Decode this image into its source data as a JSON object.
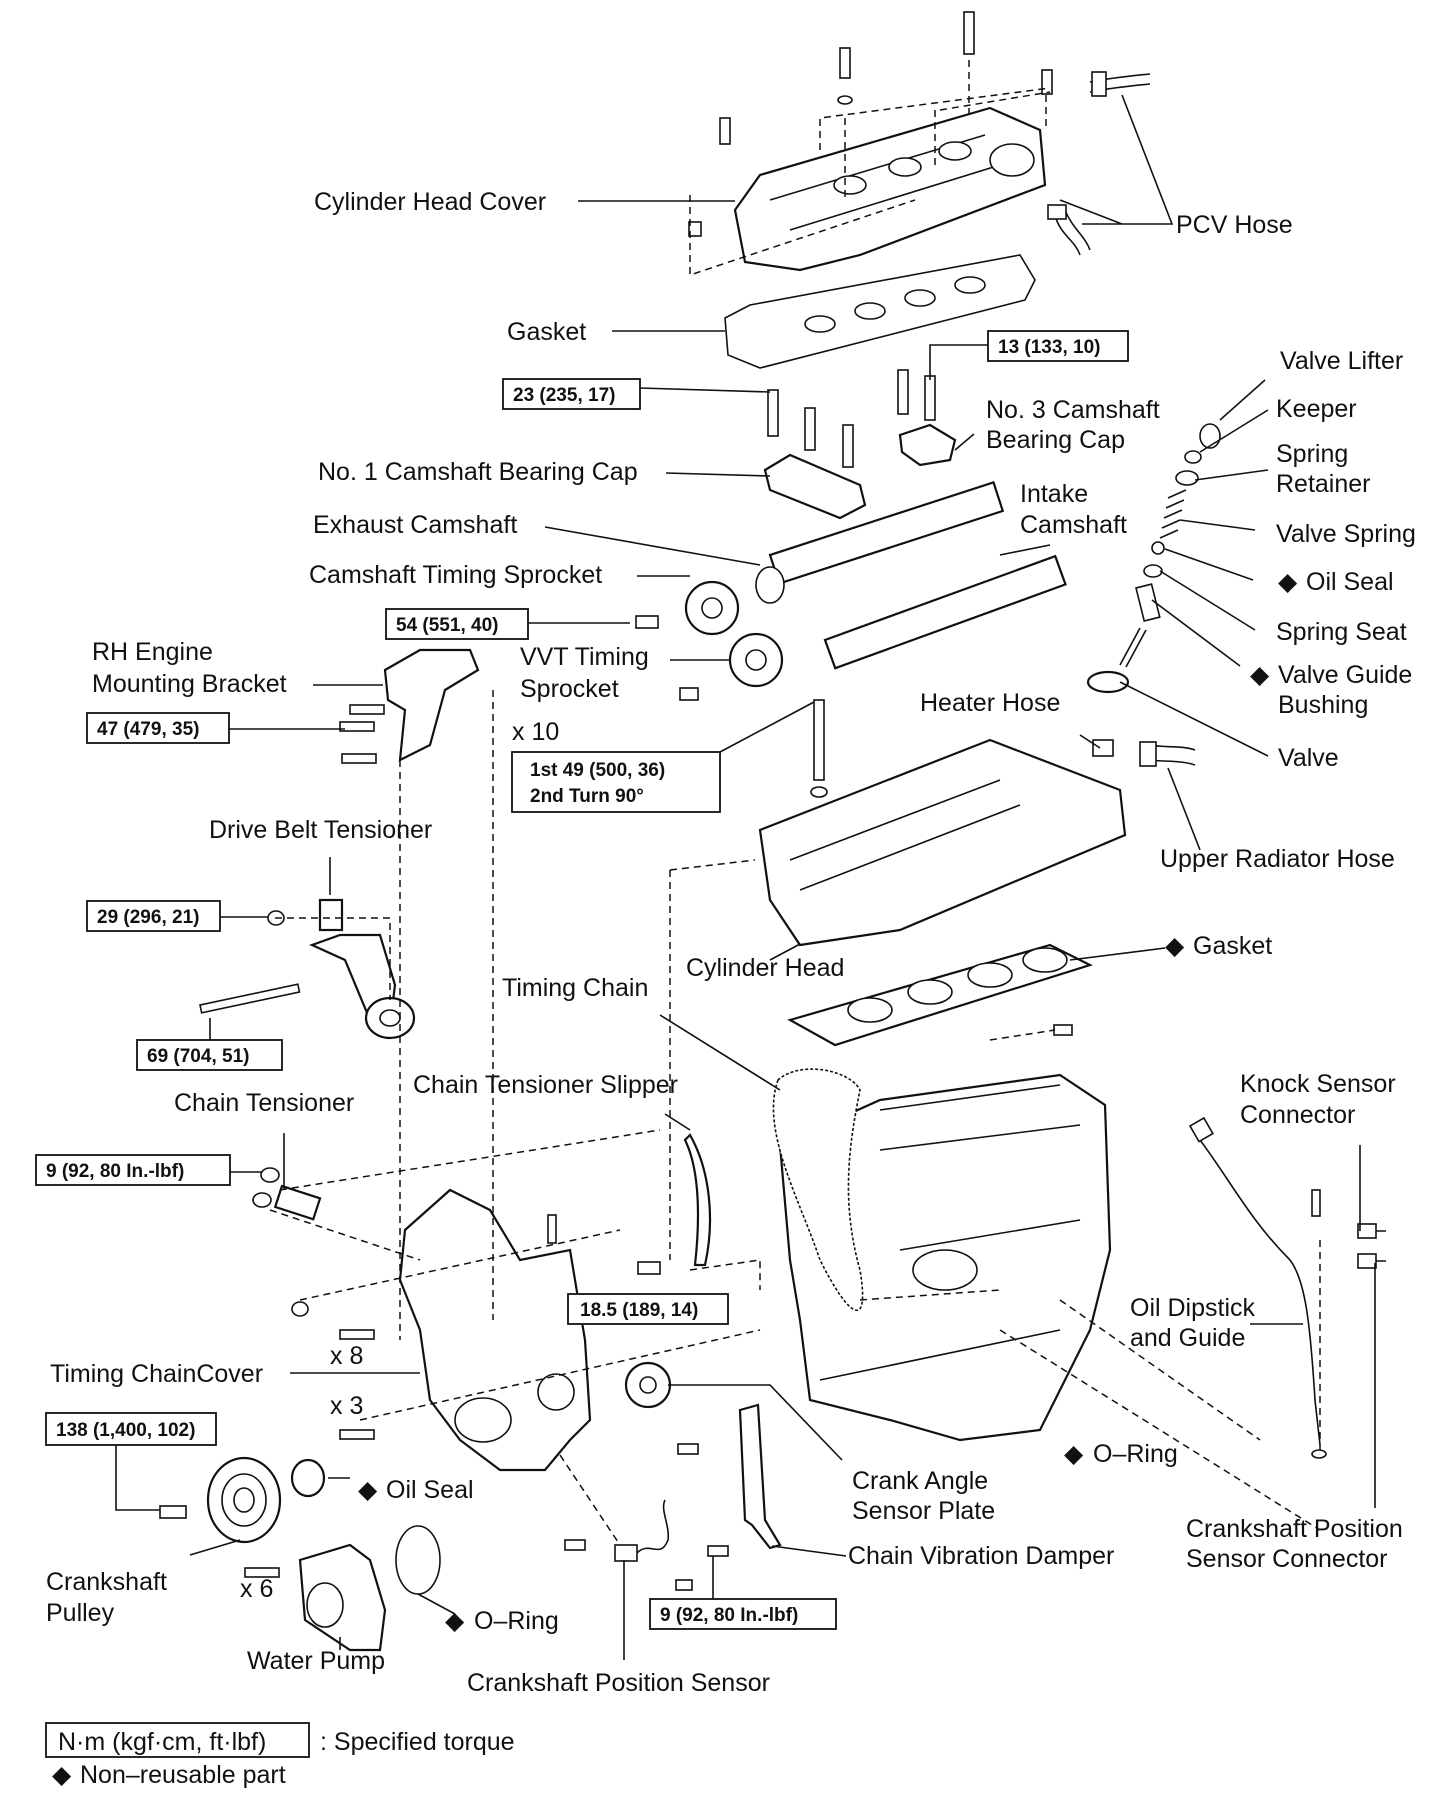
{
  "labels": {
    "cylinder_head_cover": "Cylinder Head Cover",
    "pcv_hose": "PCV Hose",
    "gasket_top": "Gasket",
    "valve_lifter": "Valve Lifter",
    "keeper": "Keeper",
    "spring_retainer_1": "Spring",
    "spring_retainer_2": "Retainer",
    "valve_spring": "Valve Spring",
    "oil_seal_valve": "Oil Seal",
    "spring_seat": "Spring Seat",
    "valve_guide_bushing_1": "Valve Guide",
    "valve_guide_bushing_2": "Bushing",
    "valve": "Valve",
    "no3_cap_1": "No. 3 Camshaft",
    "no3_cap_2": "Bearing Cap",
    "no1_cap": "No. 1 Camshaft Bearing Cap",
    "intake_camshaft_1": "Intake",
    "intake_camshaft_2": "Camshaft",
    "exhaust_camshaft": "Exhaust Camshaft",
    "cam_timing_sprocket": "Camshaft Timing Sprocket",
    "rh_bracket_1": "RH Engine",
    "rh_bracket_2": "Mounting Bracket",
    "vvt_1": "VVT Timing",
    "vvt_2": "Sprocket",
    "x10": "x 10",
    "heater_hose": "Heater Hose",
    "upper_radiator_hose": "Upper Radiator Hose",
    "drive_belt_tensioner": "Drive Belt Tensioner",
    "timing_chain": "Timing Chain",
    "cylinder_head": "Cylinder Head",
    "gasket_head": "Gasket",
    "chain_tensioner_slipper": "Chain Tensioner Slipper",
    "chain_tensioner": "Chain Tensioner",
    "knock_sensor_1": "Knock Sensor",
    "knock_sensor_2": "Connector",
    "x8": "x 8",
    "oil_dipstick_1": "Oil Dipstick",
    "oil_dipstick_2": "and Guide",
    "timing_chain_cover": "Timing ChainCover",
    "x3": "x 3",
    "crank_angle_1": "Crank Angle",
    "crank_angle_2": "Sensor Plate",
    "o_ring_right": "O–Ring",
    "oil_seal_front": "Oil Seal",
    "crankshaft_pulley_1": "Crankshaft",
    "crankshaft_pulley_2": "Pulley",
    "x6": "x 6",
    "o_ring_front": "O–Ring",
    "chain_vibration_damper": "Chain Vibration Damper",
    "ckp_connector_1": "Crankshaft Position",
    "ckp_connector_2": "Sensor Connector",
    "water_pump": "Water Pump",
    "crankshaft_position_sensor": "Crankshaft Position Sensor"
  },
  "torques": {
    "t_13": "13 (133, 10)",
    "t_23": "23 (235, 17)",
    "t_54": "54 (551, 40)",
    "t_47": "47 (479, 35)",
    "t_head_1": "1st 49 (500, 36)",
    "t_head_2": "2nd Turn 90°",
    "t_29": "29 (296, 21)",
    "t_69": "69 (704, 51)",
    "t_9a": "9 (92, 80 In.-lbf)",
    "t_185": "18.5 (189, 14)",
    "t_138": "138 (1,400, 102)",
    "t_9b": "9 (92, 80 In.-lbf)"
  },
  "legend": {
    "unit_box": "N·m (kgf·cm, ft·lbf)",
    "unit_text": ": Specified torque",
    "nonreusable": "Non–reusable part"
  },
  "symbols": {
    "nonreusable_mark": "◆"
  },
  "colors": {
    "ink": "#111111",
    "paper": "#ffffff"
  }
}
